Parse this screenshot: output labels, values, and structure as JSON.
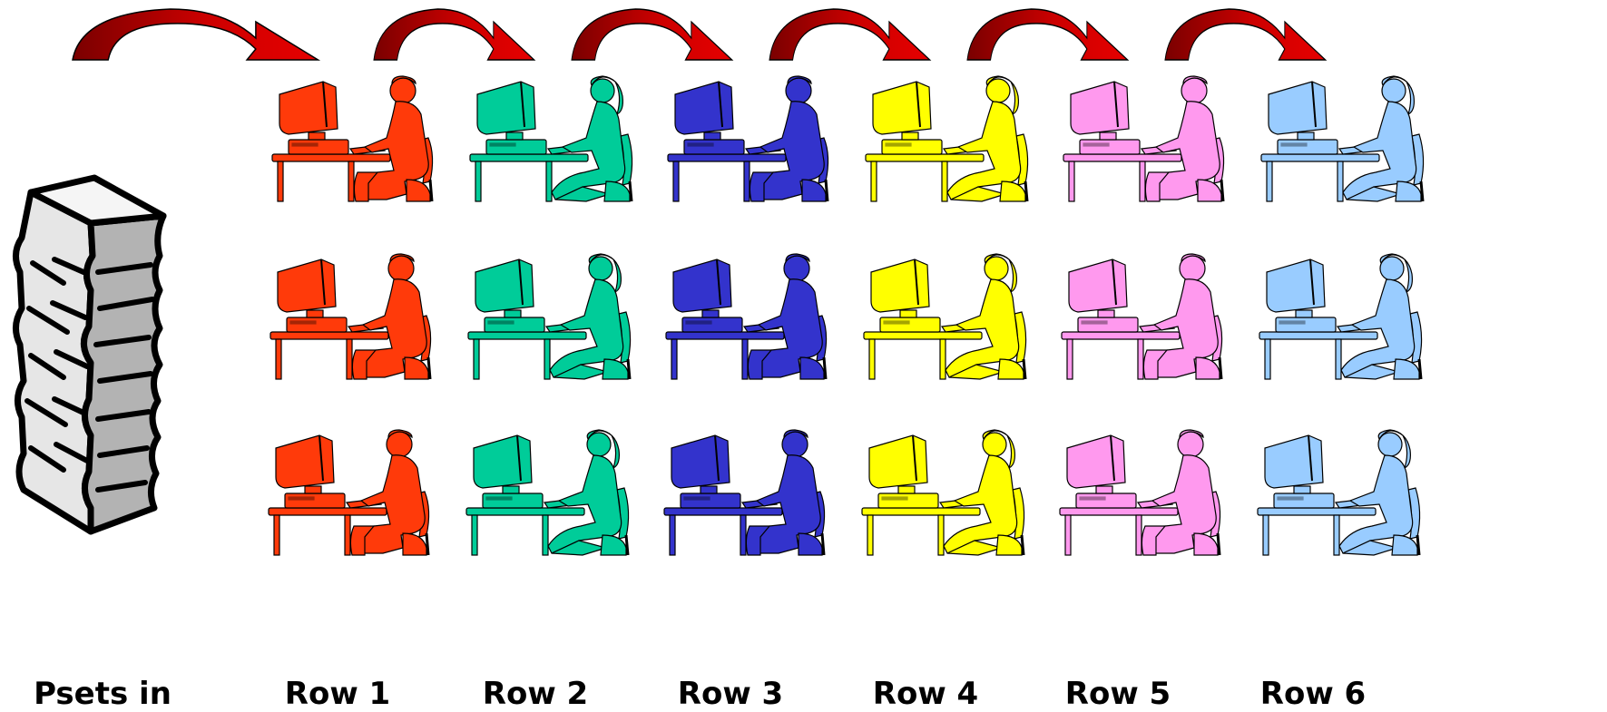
{
  "stack": {
    "label": "Psets in",
    "icon": "paper-stack-icon"
  },
  "rows": [
    {
      "label": "Row 1",
      "color": "#ff3a0a",
      "figure_left": "man",
      "figure_icon": "computer-user-icon"
    },
    {
      "label": "Row 2",
      "color": "#00cc99",
      "figure_left": "woman",
      "figure_icon": "computer-user-icon"
    },
    {
      "label": "Row 3",
      "color": "#3333cc",
      "figure_left": "man",
      "figure_icon": "computer-user-icon"
    },
    {
      "label": "Row 4",
      "color": "#ffff00",
      "figure_left": "woman",
      "figure_icon": "computer-user-icon"
    },
    {
      "label": "Row 5",
      "color": "#ff99ee",
      "figure_left": "man",
      "figure_icon": "computer-user-icon"
    },
    {
      "label": "Row 6",
      "color": "#99ccff",
      "figure_left": "woman",
      "figure_icon": "computer-user-icon"
    }
  ],
  "workstations_per_row": 3,
  "arrows": {
    "count": 6,
    "fill": "#b30000",
    "icon": "curved-arrow-icon"
  },
  "colors": {
    "stack_light": "#e6e6e6",
    "stack_dark": "#b3b3b3",
    "outline": "#000000"
  }
}
